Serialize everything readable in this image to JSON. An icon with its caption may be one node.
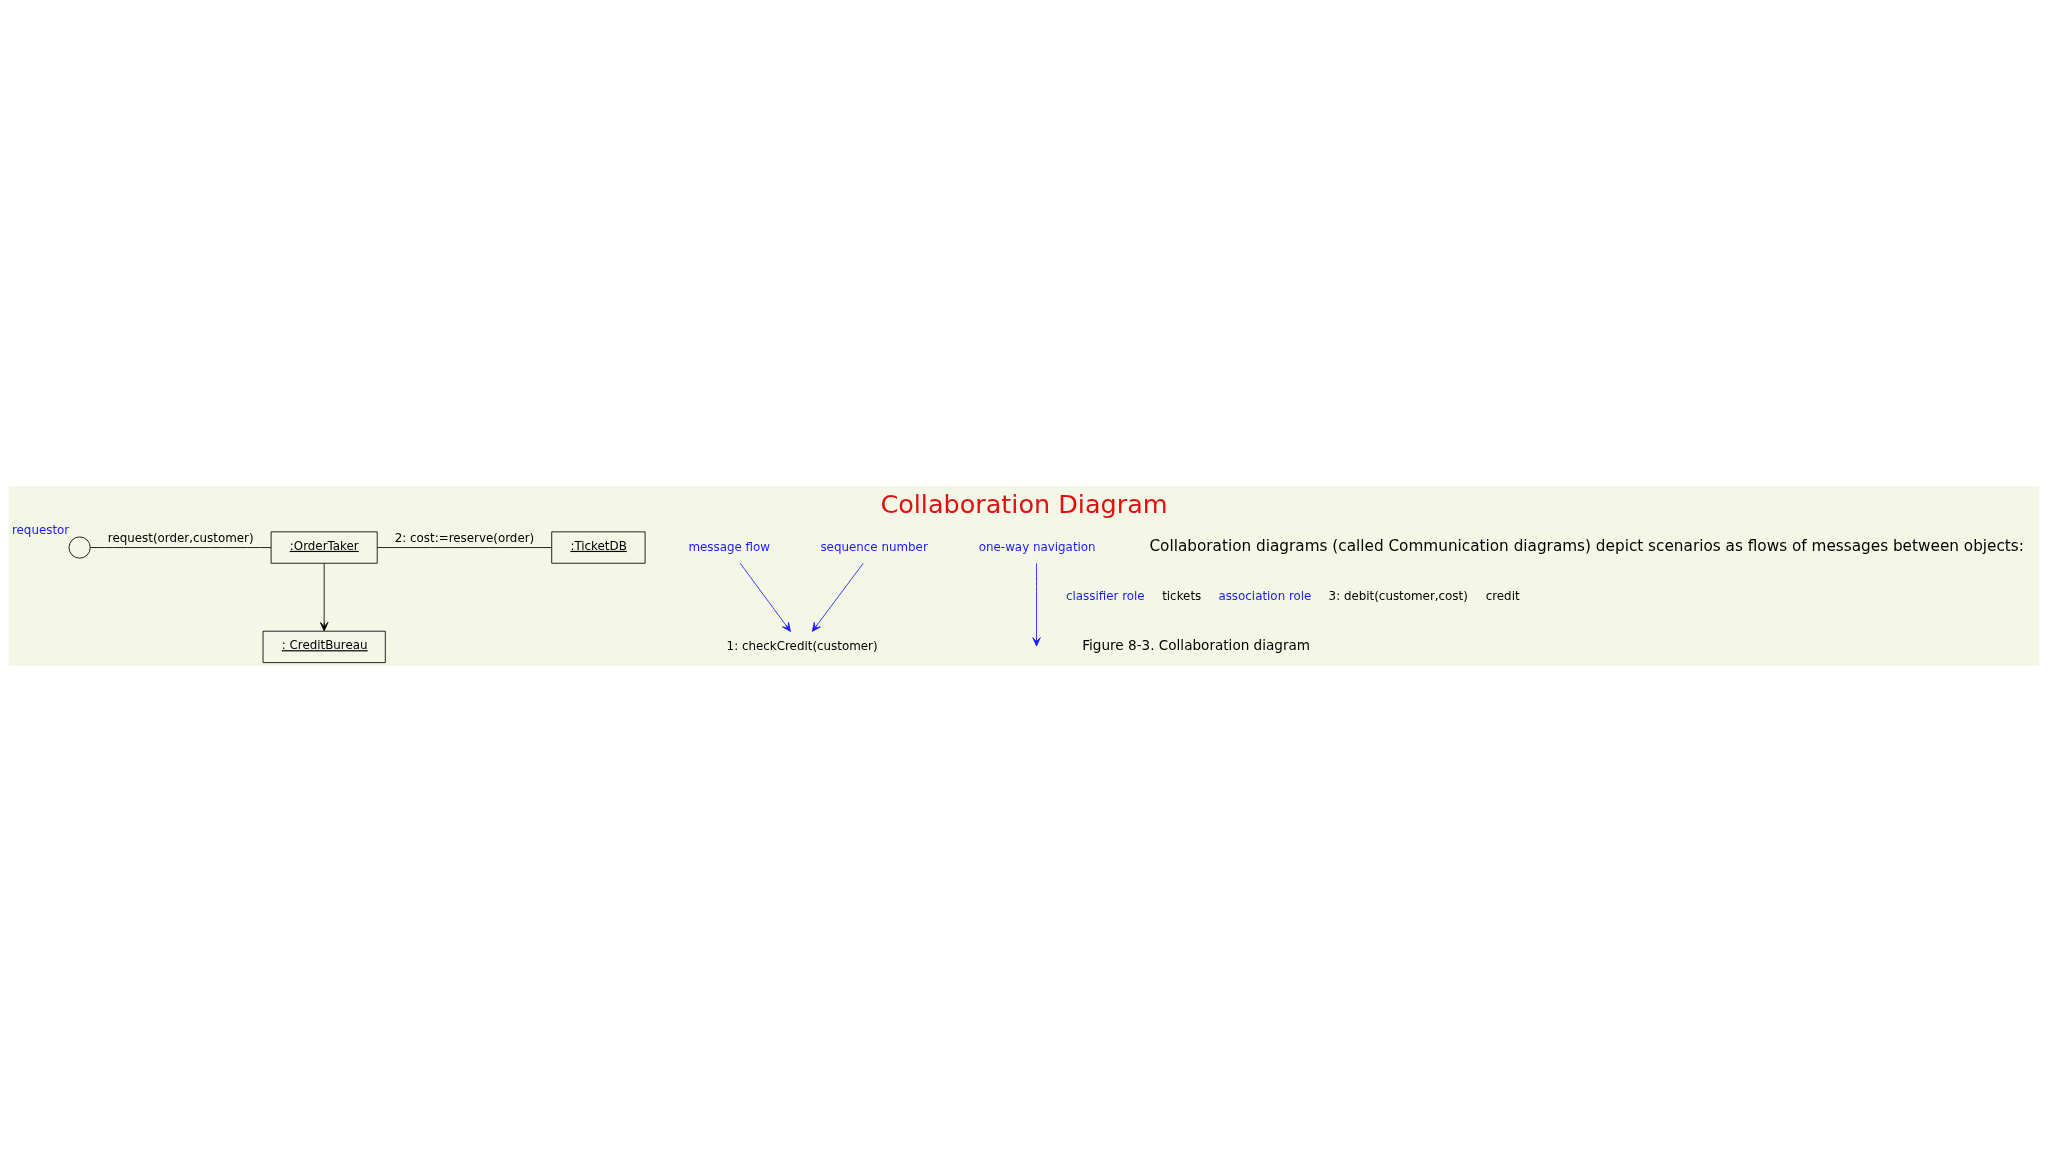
{
  "diagram": {
    "title": "Collaboration Diagram",
    "caption": "Figure 8-3. Collaboration diagram",
    "nodes": [
      {
        "text": [],
        "shape": "person",
        "beside": [
          "requestor"
        ]
      },
      {
        "text": [
          ":OrderTaker"
        ]
      },
      {
        "text": [
          ":TicketDB"
        ]
      },
      {
        "text": [
          ": CreditBureau"
        ]
      },
      {
        "text": [
          "1: checkCredit(customer)"
        ]
      },
      {
        "text": [
          "message flow"
        ]
      },
      {
        "text": [
          "sequence number"
        ]
      },
      {
        "text": [
          "one-way navigation"
        ]
      }
    ],
    "edges": [
      {
        "from": 0,
        "to": 1,
        "arrow": "none",
        "label": "request(order,customer)"
      },
      {
        "from": 1,
        "to": 2,
        "arrow": "none",
        "label": "2: cost:=reserve(order)"
      },
      {
        "from": 1,
        "to": 3,
        "arrow": "to"
      },
      {
        "from": 5,
        "to": 4,
        "arrow": "to",
        "color": "#1a1aff"
      },
      {
        "from": 6,
        "to": 4,
        "arrow": "to",
        "color": "#1a1aff"
      },
      {
        "from": 7,
        "to": null,
        "arrow": "to",
        "color": "#1a1aff"
      }
    ],
    "labels": [
      "Collaboration diagrams (called Communication diagrams) depict scenarios as flows of messages between objects:",
      "classifier role",
      "tickets",
      "association role",
      "3: debit(customer,cost)",
      "credit"
    ]
  }
}
